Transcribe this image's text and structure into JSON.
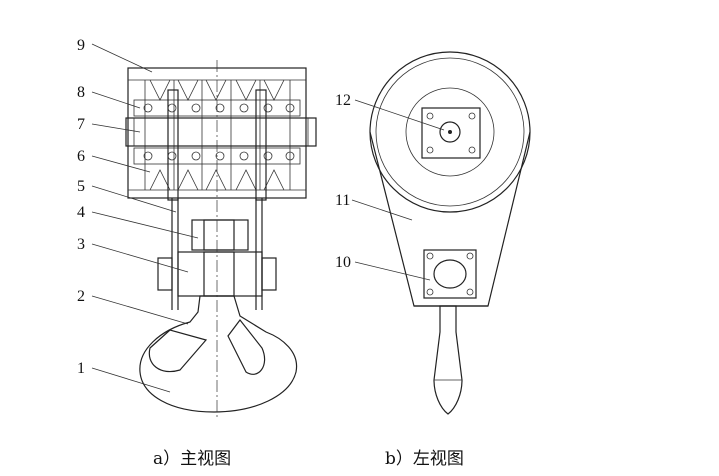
{
  "figure": {
    "captions": {
      "front": "a）主视图",
      "side": "b）左视图"
    },
    "labels": {
      "l1": "1",
      "l2": "2",
      "l3": "3",
      "l4": "4",
      "l5": "5",
      "l6": "6",
      "l7": "7",
      "l8": "8",
      "l9": "9",
      "l10": "10",
      "l11": "11",
      "l12": "12"
    }
  }
}
